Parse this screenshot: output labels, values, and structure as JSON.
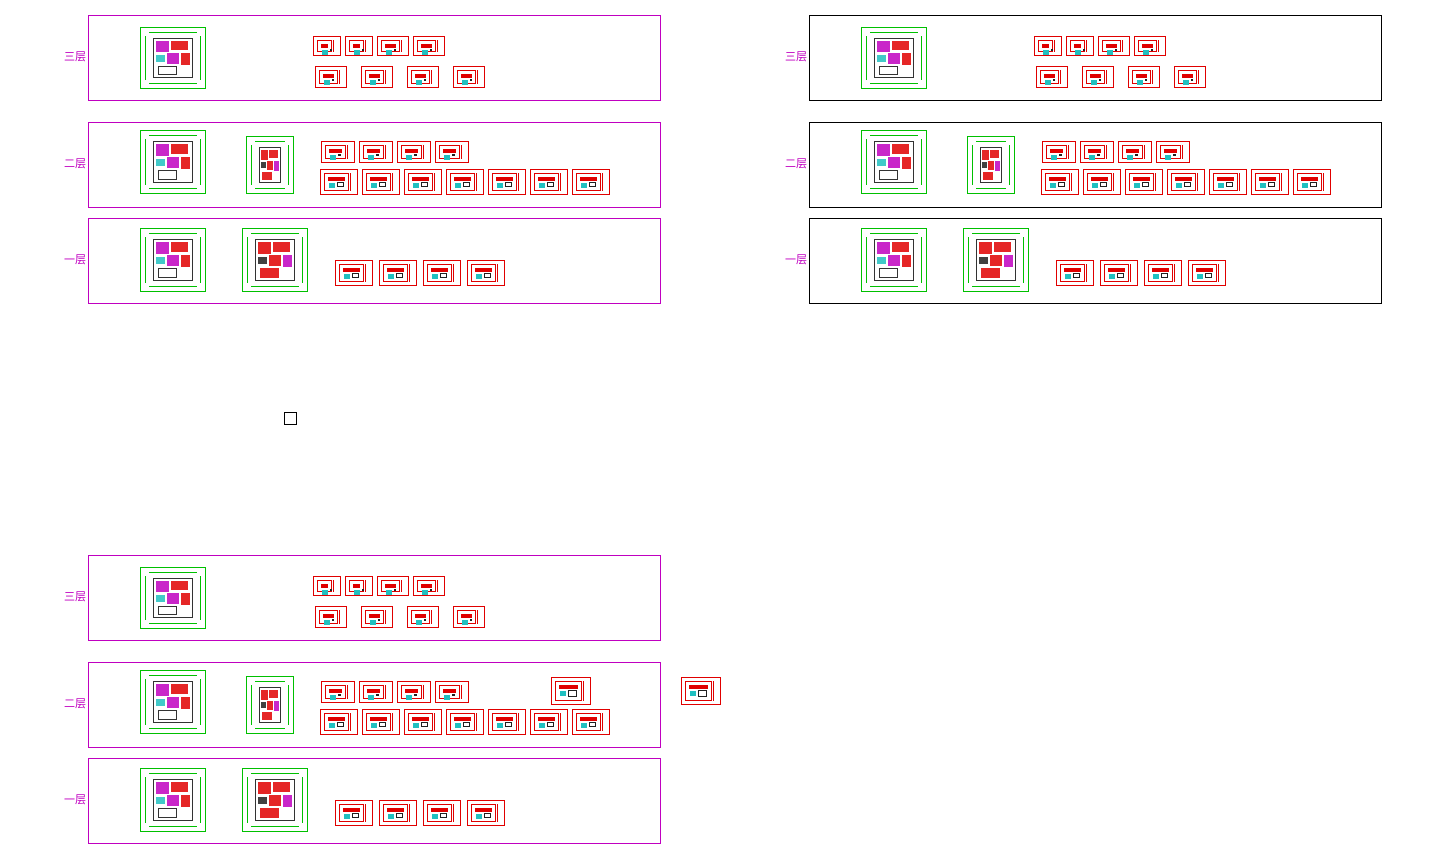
{
  "groups": [
    {
      "id": "group-top-left",
      "frame_color": "#c000c0",
      "label_color": "#c000c0",
      "floors": [
        {
          "label": "三层"
        },
        {
          "label": "二层"
        },
        {
          "label": "一层"
        }
      ]
    },
    {
      "id": "group-top-right",
      "frame_color": "#000000",
      "label_color": "#c000c0",
      "floors": [
        {
          "label": "三层"
        },
        {
          "label": "二层"
        },
        {
          "label": "一层"
        }
      ]
    },
    {
      "id": "group-bottom-left",
      "frame_color": "#c000c0",
      "label_color": "#c000c0",
      "floors": [
        {
          "label": "三层"
        },
        {
          "label": "二层"
        },
        {
          "label": "一层"
        }
      ]
    }
  ],
  "colors": {
    "frame_magenta": "#c000c0",
    "frame_black": "#000000",
    "sheet_red": "#e00000",
    "dimension_green": "#00c000",
    "accent_cyan": "#20c0c0"
  }
}
